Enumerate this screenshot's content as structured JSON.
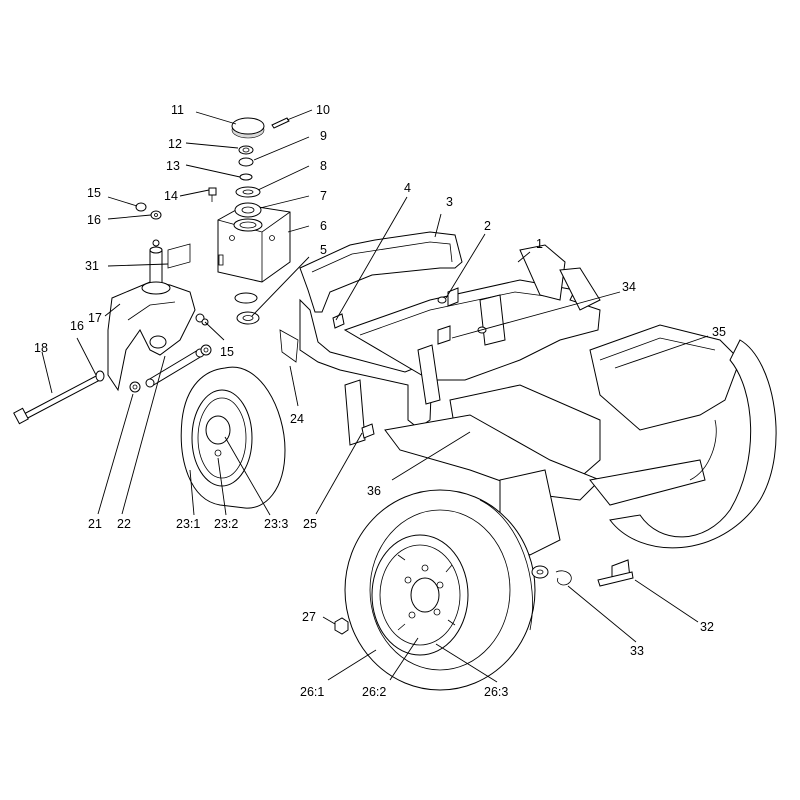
{
  "diagram": {
    "callouts": [
      {
        "id": "c11",
        "text": "11"
      },
      {
        "id": "c10",
        "text": "10"
      },
      {
        "id": "c12",
        "text": "12"
      },
      {
        "id": "c9",
        "text": "9"
      },
      {
        "id": "c13",
        "text": "13"
      },
      {
        "id": "c8",
        "text": "8"
      },
      {
        "id": "c14",
        "text": "14"
      },
      {
        "id": "c7",
        "text": "7"
      },
      {
        "id": "c15a",
        "text": "15"
      },
      {
        "id": "c16a",
        "text": "16"
      },
      {
        "id": "c6",
        "text": "6"
      },
      {
        "id": "c4",
        "text": "4"
      },
      {
        "id": "c3",
        "text": "3"
      },
      {
        "id": "c2",
        "text": "2"
      },
      {
        "id": "c1",
        "text": "1"
      },
      {
        "id": "c31",
        "text": "31"
      },
      {
        "id": "c5",
        "text": "5"
      },
      {
        "id": "c34",
        "text": "34"
      },
      {
        "id": "c17",
        "text": "17"
      },
      {
        "id": "c16b",
        "text": "16"
      },
      {
        "id": "c15b",
        "text": "15"
      },
      {
        "id": "c35",
        "text": "35"
      },
      {
        "id": "c18",
        "text": "18"
      },
      {
        "id": "c24",
        "text": "24"
      },
      {
        "id": "c36",
        "text": "36"
      },
      {
        "id": "c21",
        "text": "21"
      },
      {
        "id": "c22",
        "text": "22"
      },
      {
        "id": "c23_1",
        "text": "23:1"
      },
      {
        "id": "c23_2",
        "text": "23:2"
      },
      {
        "id": "c23_3",
        "text": "23:3"
      },
      {
        "id": "c25",
        "text": "25"
      },
      {
        "id": "c32",
        "text": "32"
      },
      {
        "id": "c27",
        "text": "27"
      },
      {
        "id": "c33",
        "text": "33"
      },
      {
        "id": "c26_1",
        "text": "26:1"
      },
      {
        "id": "c26_2",
        "text": "26:2"
      },
      {
        "id": "c26_3",
        "text": "26:3"
      }
    ]
  }
}
